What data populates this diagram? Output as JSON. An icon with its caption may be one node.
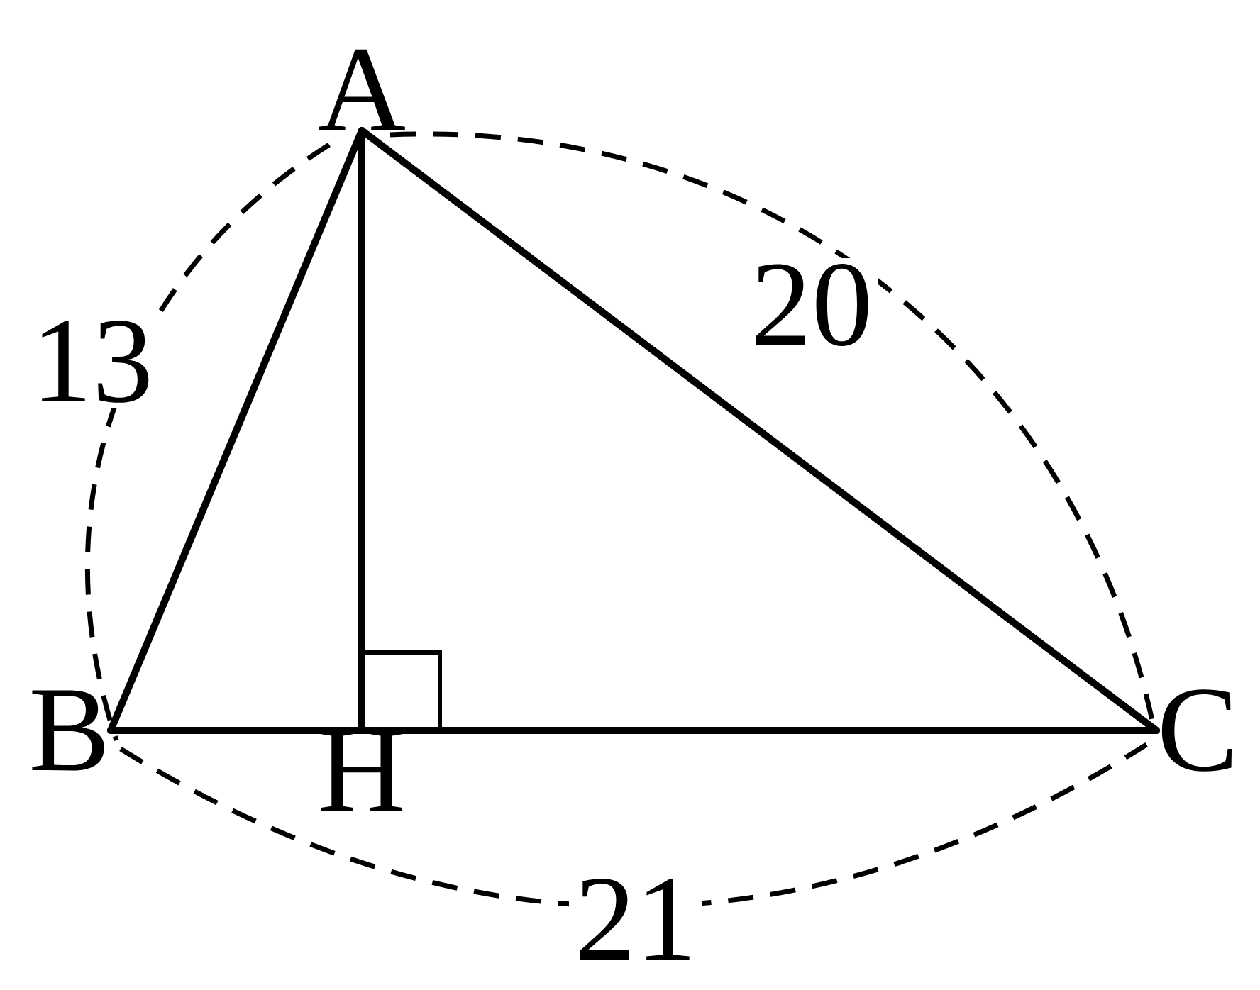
{
  "diagram": {
    "nodes": [
      {
        "text": [
          "A"
        ]
      },
      {
        "text": [
          "B"
        ]
      },
      {
        "text": [
          "C"
        ]
      },
      {
        "text": [
          "H"
        ]
      }
    ],
    "edges": [
      {
        "from": 0,
        "to": 1,
        "arrow": "none"
      },
      {
        "from": 0,
        "to": 2,
        "arrow": "none"
      },
      {
        "from": 1,
        "to": 2,
        "arrow": "none"
      },
      {
        "from": 0,
        "to": 3,
        "arrow": "none"
      }
    ],
    "labels": [
      "13",
      "20",
      "21"
    ]
  }
}
